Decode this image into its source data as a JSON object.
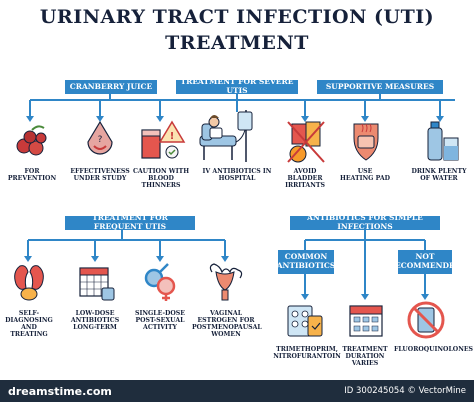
{
  "title_line1": "URINARY TRACT INFECTION (UTI)",
  "title_line2": "TREATMENT",
  "boxes": {
    "cranberry": "CRANBERRY JUICE",
    "severe": "TREATMENT FOR SEVERE UTIS",
    "supportive": "SUPPORTIVE MEASURES",
    "frequent": "TREATMENT FOR FREQUENT UTIS",
    "simple": "ANTIBIOTICS FOR SIMPLE INFECTIONS",
    "common": "COMMON ANTIBIOTICS",
    "not_recommended": "NOT RECOMMENDED"
  },
  "captions": {
    "for_prevention": "FOR PREVENTION",
    "effectiveness": "EFFECTIVENESS UNDER STUDY",
    "caution": "CAUTION WITH BLOOD THINNERS",
    "iv_antibiotics": "IV ANTIBIOTICS IN HOSPITAL",
    "avoid_bladder": "AVOID BLADDER IRRITANTS",
    "heating_pad": "USE HEATING PAD",
    "drink_water": "DRINK PLENTY OF WATER",
    "self_diagnosing": "SELF-DIAGNOSING AND TREATING",
    "low_dose": "LOW-DOSE ANTIBIOTICS LONG-TERM",
    "single_dose": "SINGLE-DOSE POST-SEXUAL ACTIVITY",
    "vaginal_estrogen": "VAGINAL ESTROGEN FOR POSTMENOPAUSAL WOMEN",
    "trimethoprim": "TRIMETHOPRIM, NITROFURANTOIN",
    "treatment_duration": "TREATMENT DURATION VARIES",
    "fluoroquinolones": "FLUOROQUINOLONES"
  },
  "footer": {
    "brand": "dreamstime.com",
    "id_text": "ID 300245054 © VectorMine"
  },
  "colors": {
    "accent": "#2f86c7",
    "dark": "#16213a",
    "line": "#2f86c7"
  }
}
